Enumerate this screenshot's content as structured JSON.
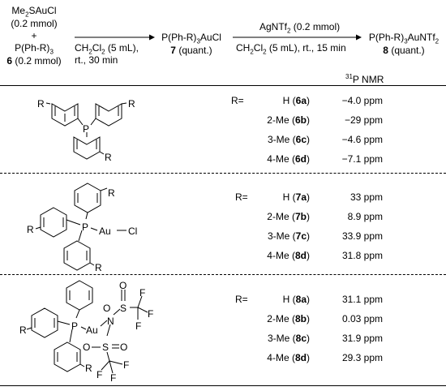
{
  "reaction": {
    "reagent_line1": "Me",
    "reagent_line1_sub": "2",
    "reagent_line1_b": "SAuCl",
    "reagent_line2": "(0.2 mmol)",
    "plus": "+",
    "reagent_line3": "P(Ph-R)",
    "reagent_line3_sub": "3",
    "reagent_line4_num": "6",
    "reagent_line4": " (0.2 mmol)",
    "step1_top": "",
    "step1_cond1": "CH",
    "step1_cond1_sub": "2",
    "step1_cond1_b": "Cl",
    "step1_cond1_sub2": "2",
    "step1_cond1_c": " (5 mL),",
    "step1_cond2": "rt., 30 min",
    "intermediate": "P(Ph-R)",
    "intermediate_sub": "3",
    "intermediate_b": "AuCl",
    "intermediate_num": "7",
    "intermediate_yield": " (quant.)",
    "step2_top": "AgNTf",
    "step2_top_sub": "2",
    "step2_top_b": " (0.2 mmol)",
    "step2_cond": "CH",
    "step2_cond_sub": "2",
    "step2_cond_b": "Cl",
    "step2_cond_sub2": "2",
    "step2_cond_c": " (5 mL), rt., 15 min",
    "product": "P(Ph-R)",
    "product_sub": "3",
    "product_b": "AuNTf",
    "product_sub2": "2",
    "product_num": "8",
    "product_yield": " (quant.)",
    "nmr_sup": "31",
    "nmr_label": "P NMR"
  },
  "atoms": {
    "P": "P",
    "R": "R",
    "Au": "Au",
    "Cl": "Cl",
    "N": "N",
    "S": "S",
    "O": "O",
    "F": "F"
  },
  "r_label": "R=",
  "sections": [
    {
      "rows": [
        {
          "sub": "H",
          "compound": "6a",
          "shift": "−4.0 ppm"
        },
        {
          "sub": "2-Me",
          "compound": "6b",
          "shift": "−29 ppm"
        },
        {
          "sub": "3-Me",
          "compound": "6c",
          "shift": "−4.6 ppm"
        },
        {
          "sub": "4-Me",
          "compound": "6d",
          "shift": "−7.1 ppm"
        }
      ]
    },
    {
      "rows": [
        {
          "sub": "H",
          "compound": "7a",
          "shift": "33 ppm"
        },
        {
          "sub": "2-Me",
          "compound": "7b",
          "shift": "8.9 ppm"
        },
        {
          "sub": "3-Me",
          "compound": "7c",
          "shift": "33.9 ppm"
        },
        {
          "sub": "4-Me",
          "compound": "8d",
          "shift": "31.8 ppm"
        }
      ]
    },
    {
      "rows": [
        {
          "sub": "H",
          "compound": "8a",
          "shift": "31.1 ppm"
        },
        {
          "sub": "2-Me",
          "compound": "8b",
          "shift": "0.03 ppm"
        },
        {
          "sub": "3-Me",
          "compound": "8c",
          "shift": "31.9 ppm"
        },
        {
          "sub": "4-Me",
          "compound": "8d",
          "shift": "29.3 ppm"
        }
      ]
    }
  ]
}
